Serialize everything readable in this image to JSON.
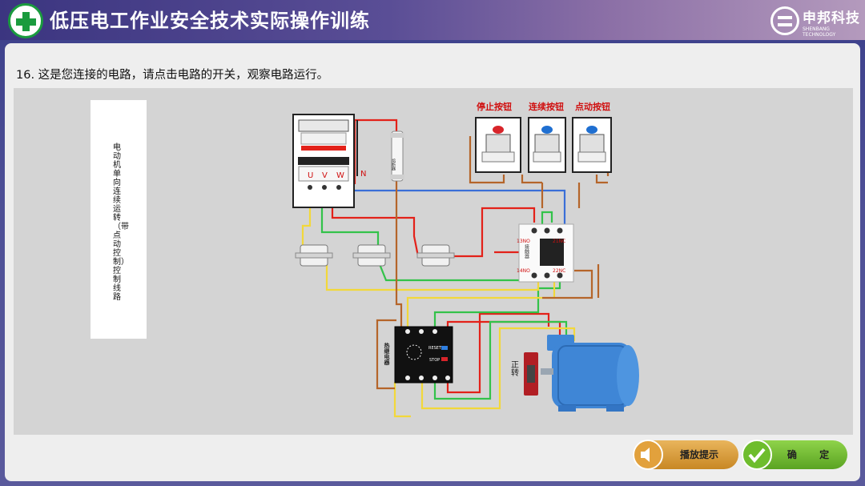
{
  "header": {
    "title": "低压电工作业安全技术实际操作训练",
    "brand_name": "申邦科技",
    "brand_sub": "SHENBANG TECHNOLOGY"
  },
  "question": {
    "text": "16. 这是您连接的电路，请点击电路的开关，观察电路运行。"
  },
  "diagram": {
    "side_title": "电动机单向连续运转（带点动控制）控制线路",
    "button_labels": {
      "stop": "停止按钮",
      "continuous": "连续按钮",
      "jog": "点动按钮"
    },
    "breaker_phases": [
      "U",
      "V",
      "W"
    ],
    "neutral": "N",
    "fuse_label": "熔断器",
    "contactor_label": "接触器",
    "contactor_terminals": [
      "13NO",
      "21NC",
      "14NO",
      "22NC"
    ],
    "relay_label": "热继电器",
    "relay_reset": "RESET",
    "relay_stop": "STOP",
    "switch_label": "正转"
  },
  "buttons": {
    "hint": "播放提示",
    "confirm": "确 定"
  },
  "colors": {
    "wire_red": "#e32119",
    "wire_green": "#33c24a",
    "wire_yellow": "#f2d83a",
    "wire_blue": "#3a6fd8",
    "wire_brown": "#b5652a",
    "motor_blue": "#3f86d6"
  }
}
